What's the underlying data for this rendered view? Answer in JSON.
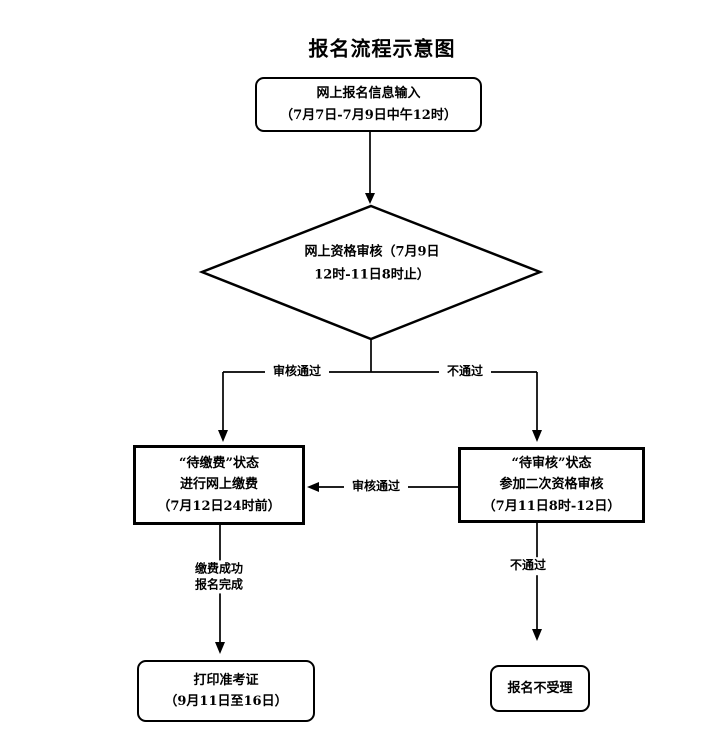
{
  "title": "报名流程示意图",
  "nodes": {
    "start": {
      "line1": "网上报名信息输入",
      "line2": "（7月7日-7月9日中午12时）"
    },
    "decision": {
      "line1": "网上资格审核（7月9日",
      "line2": "12时-11日8时止）"
    },
    "pending_payment": {
      "line1": "“待缴费”状态",
      "line2": "进行网上缴费",
      "line3": "（7月12日24时前）"
    },
    "pending_review": {
      "line1": "“待审核”状态",
      "line2": "参加二次资格审核",
      "line3": "（7月11日8时-12日）"
    },
    "print_ticket": {
      "line1": "打印准考证",
      "line2": "（9月11日至16日）"
    },
    "rejected": {
      "line1": "报名不受理"
    }
  },
  "edge_labels": {
    "review_passed": "审核通过",
    "review_failed": "不通过",
    "second_review_passed": "审核通过",
    "payment_success_line1": "缴费成功",
    "payment_success_line2": "报名完成",
    "second_review_failed": "不通过"
  },
  "colors": {
    "line": "#000000",
    "background": "#ffffff",
    "text": "#000000"
  }
}
